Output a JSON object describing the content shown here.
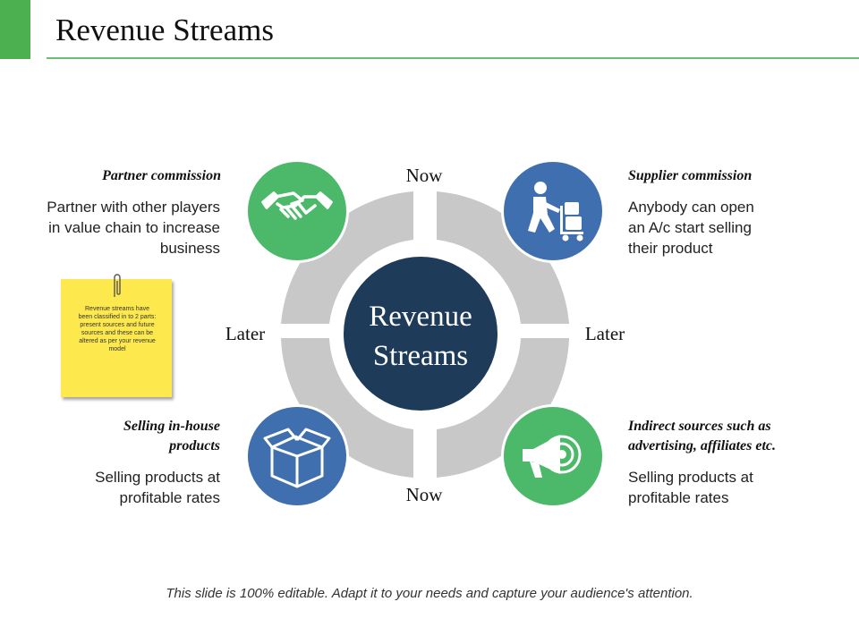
{
  "slide": {
    "title": "Revenue Streams",
    "footer": "This slide is 100% editable. Adapt it to your needs and capture your audience's attention."
  },
  "diagram": {
    "center": {
      "line1": "Revenue",
      "line2": "Streams"
    },
    "labels": {
      "top": "Now",
      "bottom": "Now",
      "left": "Later",
      "right": "Later"
    },
    "colors": {
      "ring": "#c8c8c8",
      "center": "#1f3b5a",
      "green": "#4cb86a",
      "blue": "#3f6fae"
    },
    "icons": {
      "top_left": "handshake-icon",
      "top_right": "delivery-worker-icon",
      "bottom_left": "open-box-icon",
      "bottom_right": "megaphone-icon"
    }
  },
  "sections": {
    "partner": {
      "heading": "Partner commission",
      "lines": [
        "Partner with other players",
        "in value chain to increase",
        "business"
      ]
    },
    "supplier": {
      "heading": "Supplier commission",
      "lines": [
        "Anybody can open",
        "an A/c start selling",
        "their product"
      ]
    },
    "inhouse": {
      "heading_lines": [
        "Selling in-house",
        "products"
      ],
      "lines": [
        "Selling products at",
        "profitable rates"
      ]
    },
    "indirect": {
      "heading_lines": [
        "Indirect sources such as",
        "advertising, affiliates etc."
      ],
      "lines": [
        "Selling products at",
        "profitable rates"
      ]
    }
  },
  "note": {
    "lines": [
      "Revenue streams have",
      "been classified in to 2 parts:",
      "present sources and future",
      "sources and these can be",
      "altered as per your revenue",
      "model"
    ]
  }
}
